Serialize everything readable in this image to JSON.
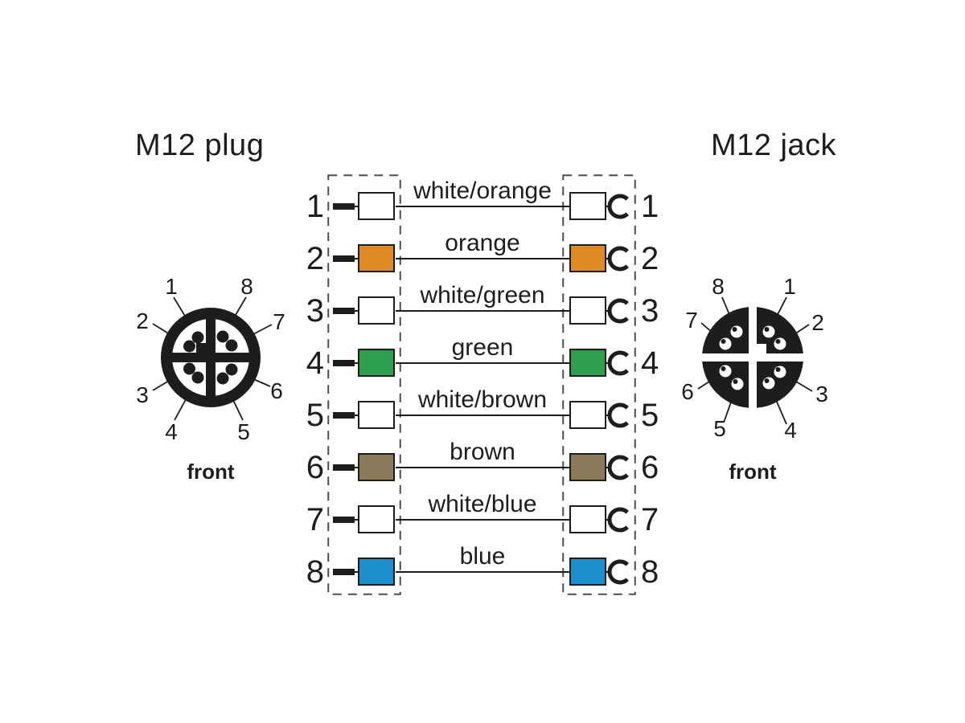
{
  "titles": {
    "left": "M12 plug",
    "right": "M12 jack"
  },
  "front_label": "front",
  "plug_pins": [
    "1",
    "2",
    "3",
    "4",
    "5",
    "6",
    "7",
    "8"
  ],
  "jack_pins": [
    "1",
    "2",
    "3",
    "4",
    "5",
    "6",
    "7",
    "8"
  ],
  "rows": [
    {
      "pin": "1",
      "wire": "white/orange",
      "color": "#ffffff"
    },
    {
      "pin": "2",
      "wire": "orange",
      "color": "#e08a26"
    },
    {
      "pin": "3",
      "wire": "white/green",
      "color": "#ffffff"
    },
    {
      "pin": "4",
      "wire": "green",
      "color": "#2f9e4f"
    },
    {
      "pin": "5",
      "wire": "white/brown",
      "color": "#ffffff"
    },
    {
      "pin": "6",
      "wire": "brown",
      "color": "#8a7a5a"
    },
    {
      "pin": "7",
      "wire": "white/blue",
      "color": "#ffffff"
    },
    {
      "pin": "8",
      "wire": "blue",
      "color": "#1e8fce"
    }
  ],
  "colors": {
    "ink": "#1d1d1b",
    "dash": "#4d4d4d"
  }
}
